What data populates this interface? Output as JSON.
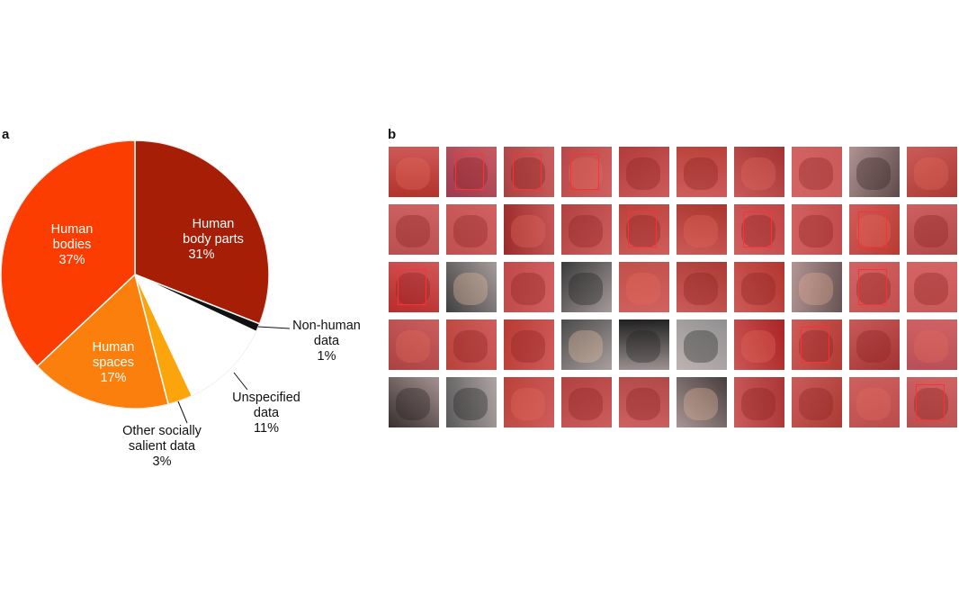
{
  "panels": {
    "a": "a",
    "b": "b"
  },
  "chart_data": {
    "type": "pie",
    "title": "",
    "start_angle_deg": 0,
    "direction": "clockwise",
    "slices": [
      {
        "label": "Human body parts",
        "value": 31,
        "value_label": "31%",
        "color": "#a61e05",
        "text_color": "#ffffff"
      },
      {
        "label": "Non-human data",
        "value": 1,
        "value_label": "1%",
        "color": "#111111",
        "text_color": "#111111",
        "external": true
      },
      {
        "label": "Unspecified data",
        "value": 11,
        "value_label": "11%",
        "color": "#ffffff",
        "text_color": "#111111",
        "external": true
      },
      {
        "label": "Other socially salient data",
        "value": 3,
        "value_label": "3%",
        "color": "#fca40c",
        "text_color": "#111111",
        "external": true
      },
      {
        "label": "Human spaces",
        "value": 17,
        "value_label": "17%",
        "color": "#fb7f0d",
        "text_color": "#ffffff"
      },
      {
        "label": "Human bodies",
        "value": 37,
        "value_label": "37%",
        "color": "#fb3d02",
        "text_color": "#ffffff"
      }
    ]
  },
  "thumbnails": {
    "overlay_color": "#e02020",
    "items": [
      {
        "base": "#7a4a3a",
        "tint": 0.55,
        "box": false
      },
      {
        "base": "#4a5a8a",
        "tint": 0.55,
        "box": true
      },
      {
        "base": "#6a6a6a",
        "tint": 0.55,
        "box": true
      },
      {
        "base": "#8a7a7a",
        "tint": 0.55,
        "box": true
      },
      {
        "base": "#7a5a5a",
        "tint": 0.55,
        "box": false
      },
      {
        "base": "#8a6a5a",
        "tint": 0.55,
        "box": false
      },
      {
        "base": "#5a4a4a",
        "tint": 0.55,
        "box": false
      },
      {
        "base": "#b0a0a0",
        "tint": 0.55,
        "box": false
      },
      {
        "base": "#505050",
        "tint": 0.1,
        "box": false
      },
      {
        "base": "#6a5a4a",
        "tint": 0.55,
        "box": false
      },
      {
        "base": "#8a8a8a",
        "tint": 0.55,
        "box": false
      },
      {
        "base": "#9a8a8a",
        "tint": 0.55,
        "box": false
      },
      {
        "base": "#4a3a3a",
        "tint": 0.55,
        "box": false
      },
      {
        "base": "#7a6a6a",
        "tint": 0.55,
        "box": false
      },
      {
        "base": "#8a6a5a",
        "tint": 0.55,
        "box": true
      },
      {
        "base": "#6a5040",
        "tint": 0.55,
        "box": false
      },
      {
        "base": "#9a7070",
        "tint": 0.55,
        "box": true
      },
      {
        "base": "#a08080",
        "tint": 0.55,
        "box": false
      },
      {
        "base": "#8a5a4a",
        "tint": 0.55,
        "box": true
      },
      {
        "base": "#7a7a7a",
        "tint": 0.55,
        "box": false
      },
      {
        "base": "#8a3a3a",
        "tint": 0.55,
        "box": true
      },
      {
        "base": "#404040",
        "tint": 0.0,
        "box": false
      },
      {
        "base": "#9a7a7a",
        "tint": 0.55,
        "box": false
      },
      {
        "base": "#3a3a3a",
        "tint": 0.0,
        "box": false
      },
      {
        "base": "#9a8a7a",
        "tint": 0.55,
        "box": false
      },
      {
        "base": "#6a5a4a",
        "tint": 0.55,
        "box": false
      },
      {
        "base": "#7a5040",
        "tint": 0.55,
        "box": false
      },
      {
        "base": "#5a5a5a",
        "tint": 0.1,
        "box": false
      },
      {
        "base": "#a08a8a",
        "tint": 0.55,
        "box": true
      },
      {
        "base": "#b0a0a0",
        "tint": 0.55,
        "box": false
      },
      {
        "base": "#6a6a6a",
        "tint": 0.55,
        "box": false
      },
      {
        "base": "#8a6a5a",
        "tint": 0.55,
        "box": false
      },
      {
        "base": "#8a5a4a",
        "tint": 0.55,
        "box": false
      },
      {
        "base": "#4a4a4a",
        "tint": 0.0,
        "box": false
      },
      {
        "base": "#202020",
        "tint": 0.0,
        "box": false
      },
      {
        "base": "#909090",
        "tint": 0.0,
        "box": false
      },
      {
        "base": "#6a2a2a",
        "tint": 0.55,
        "box": false
      },
      {
        "base": "#7a5a4a",
        "tint": 0.55,
        "box": true
      },
      {
        "base": "#5a4a4a",
        "tint": 0.55,
        "box": false
      },
      {
        "base": "#8a8a9a",
        "tint": 0.55,
        "box": false
      },
      {
        "base": "#303030",
        "tint": 0.05,
        "box": false
      },
      {
        "base": "#5a5a5a",
        "tint": 0.0,
        "box": false
      },
      {
        "base": "#8a6a5a",
        "tint": 0.55,
        "box": false
      },
      {
        "base": "#7a6a6a",
        "tint": 0.55,
        "box": false
      },
      {
        "base": "#7a7a7a",
        "tint": 0.55,
        "box": false
      },
      {
        "base": "#404040",
        "tint": 0.05,
        "box": false
      },
      {
        "base": "#6a5050",
        "tint": 0.55,
        "box": false
      },
      {
        "base": "#6a5a4a",
        "tint": 0.55,
        "box": false
      },
      {
        "base": "#8a8080",
        "tint": 0.55,
        "box": false
      },
      {
        "base": "#8a8a8a",
        "tint": 0.55,
        "box": true
      }
    ]
  }
}
